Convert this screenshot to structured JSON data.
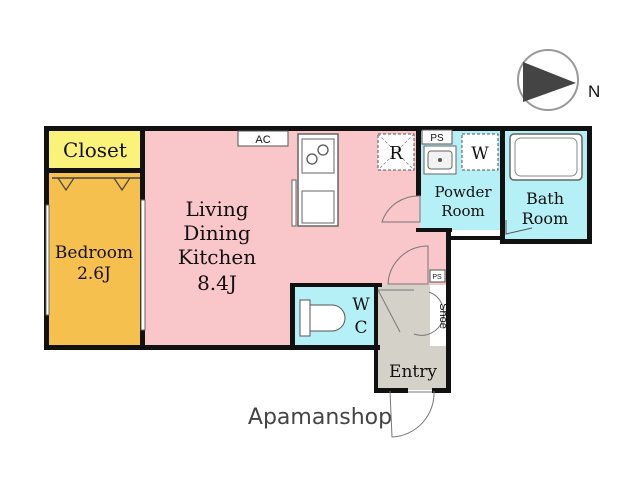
{
  "compass": {
    "north_label": "N",
    "icon": "compass-arrow-icon"
  },
  "rooms": {
    "closet": "Closet",
    "bedroom": {
      "name": "Bedroom",
      "size": "2.6J"
    },
    "ldk": {
      "line1": "Living",
      "line2": "Dining",
      "line3": "Kitchen",
      "size": "8.4J"
    },
    "powder": {
      "line1": "Powder",
      "line2": "Room"
    },
    "bath": {
      "line1": "Bath",
      "line2": "Room"
    },
    "wc": {
      "line1": "W",
      "line2": "C"
    },
    "entry": "Entry"
  },
  "fixtures": {
    "ac": "AC",
    "refrigerator": "R",
    "washer": "W",
    "ps_top": "PS",
    "ps_small": "PS",
    "shoe": "Shoe"
  },
  "brand": "Apamanshop",
  "colors": {
    "ldk": "#f9c6c9",
    "bedroom": "#f6c04e",
    "closet": "#fbf27a",
    "water": "#b6f0f7",
    "entry": "#d4d1c8",
    "wall": "#111111"
  }
}
